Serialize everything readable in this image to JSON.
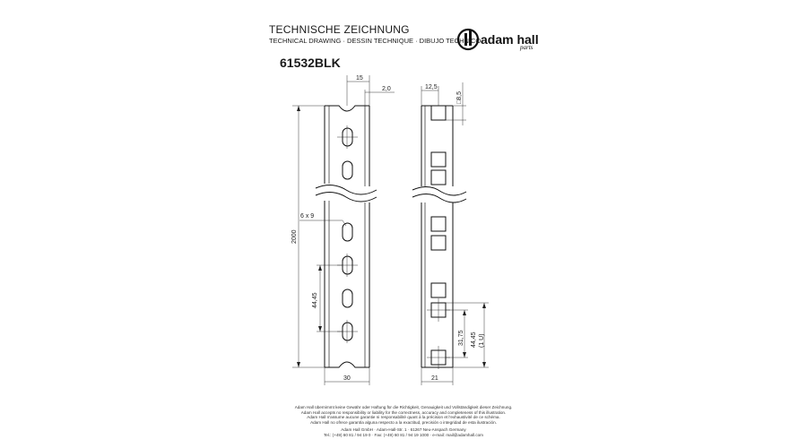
{
  "header": {
    "title": "TECHNISCHE ZEICHNUNG",
    "subtitle": "TECHNICAL DRAWING · DESSIN TECHNIQUE · DIBUJO TECHNICO",
    "part_number": "61532BLK"
  },
  "logo": {
    "brand": "adam hall",
    "tagline": "parts"
  },
  "dimensions": {
    "front": {
      "width_top": "15",
      "offset_top": "2,0",
      "length": "2000",
      "slot": "6 x 9",
      "pitch": "44,45",
      "width_bottom": "30"
    },
    "side": {
      "offset_top": "12,5",
      "square": "□8,5",
      "spacing": "31,75",
      "unit": "44,45\n(1 U)",
      "width_bottom": "21"
    }
  },
  "footer": {
    "disclaimer": [
      "Adam Hall übernimmt keine Gewähr oder Haftung für die Richtigkeit, Genauigkeit und Vollständigkeit dieser Zeichnung.",
      "Adam Hall accepts no responsibility or liability for the correctness, accuracy and completeness of this illustration.",
      "Adam Hall n'assume aucune garantie ni responsabilité quant à la précision et l'exhaustivité de ce schéma.",
      "Adam Hall no ofrece garantía alguna respecto a la exactitud, precisión o integridad de esta ilustración."
    ],
    "company": "Adam Hall GmbH · Adam-Hall-Str. 1 · 61267 Neu-Anspach Germany",
    "contact": "Tel.: (+49) 60 81 / 94 19 0 · Fax: (+49) 60 81 / 94 19 1000 · e-mail: mail@adamhall.com"
  }
}
